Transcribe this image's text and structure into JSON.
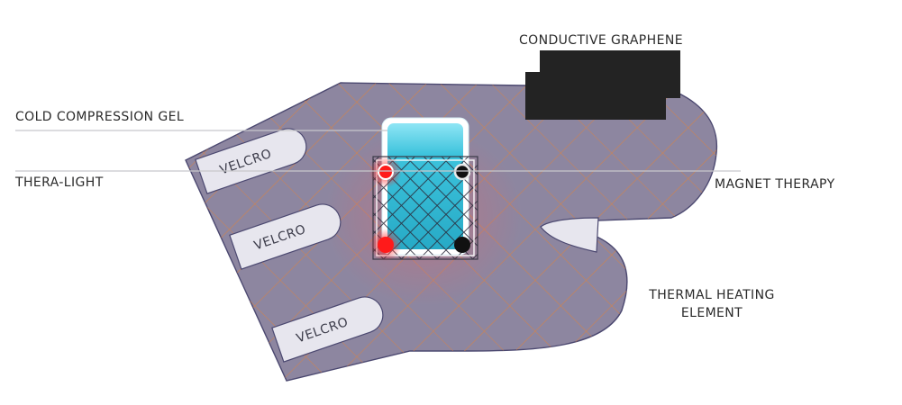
{
  "labels": {
    "cold_compression_gel": "COLD COMPRESSION GEL",
    "thera_light": "THERA-LIGHT",
    "conductive_graphene": "CONDUCTIVE GRAPHENE",
    "magnet_therapy": "MAGNET THERAPY",
    "thermal_heating_line1": "THERMAL HEATING",
    "thermal_heating_line2": "ELEMENT"
  },
  "velcro_straps": [
    {
      "label": "VELCRO"
    },
    {
      "label": "VELCRO"
    },
    {
      "label": "VELCRO"
    }
  ],
  "colors": {
    "glove_body": "#8d86a0",
    "glove_outline": "#4b4870",
    "heating_grid": "#e0823c",
    "gel_pack": "#3cc3dc",
    "light_led": "#ff1a1a",
    "magnet": "#111111",
    "graphene_block": "#232323",
    "velcro_pad": "#e7e6ee",
    "callout_line": "#c8c8cc"
  }
}
